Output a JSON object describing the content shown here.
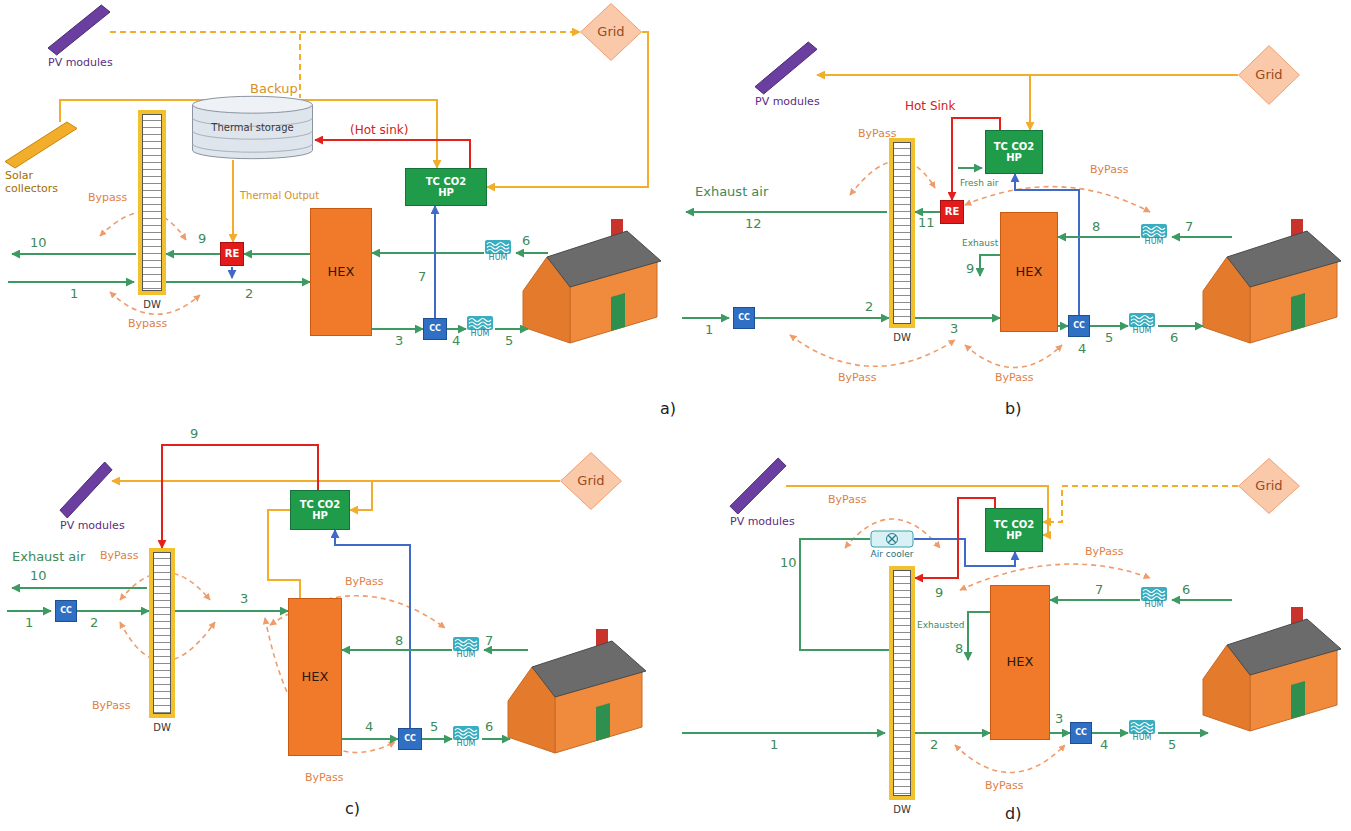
{
  "diagram": {
    "nodes": [
      {
        "text": [
          "PV modules"
        ]
      },
      {
        "text": [
          "Solar collectors"
        ]
      },
      {
        "text": [
          "Grid"
        ]
      },
      {
        "text": [
          "Thermal storage"
        ]
      },
      {
        "text": [
          "TC CO2 HP"
        ]
      },
      {
        "text": [
          "DW"
        ]
      },
      {
        "text": [
          "RE"
        ]
      },
      {
        "text": [
          "HEX"
        ]
      },
      {
        "text": [
          "CC"
        ]
      },
      {
        "text": [
          "HUM"
        ]
      },
      {
        "text": [
          "HUM"
        ]
      },
      {
        "text": [
          "PV modules"
        ]
      },
      {
        "text": [
          "Grid"
        ]
      },
      {
        "text": [
          "TC CO2 HP"
        ]
      },
      {
        "text": [
          "DW"
        ]
      },
      {
        "text": [
          "RE"
        ]
      },
      {
        "text": [
          "HEX"
        ]
      },
      {
        "text": [
          "CC"
        ]
      },
      {
        "text": [
          "CC"
        ]
      },
      {
        "text": [
          "HUM"
        ]
      },
      {
        "text": [
          "HUM"
        ]
      },
      {
        "text": [
          "PV modules"
        ]
      },
      {
        "text": [
          "Grid"
        ]
      },
      {
        "text": [
          "TC CO2 HP"
        ]
      },
      {
        "text": [
          "CC"
        ]
      },
      {
        "text": [
          "DW"
        ]
      },
      {
        "text": [
          "HEX"
        ]
      },
      {
        "text": [
          "CC"
        ]
      },
      {
        "text": [
          "HUM"
        ]
      },
      {
        "text": [
          "HUM"
        ]
      },
      {
        "text": [
          "PV modules"
        ]
      },
      {
        "text": [
          "Grid"
        ]
      },
      {
        "text": [
          "Air cooler"
        ]
      },
      {
        "text": [
          "TC CO2 HP"
        ]
      },
      {
        "text": [
          "DW"
        ]
      },
      {
        "text": [
          "HEX"
        ]
      },
      {
        "text": [
          "CC"
        ]
      },
      {
        "text": [
          "HUM"
        ]
      },
      {
        "text": [
          "HUM"
        ]
      }
    ],
    "edges": [
      {
        "from": 0,
        "to": 2,
        "arrow": "to"
      },
      {
        "from": 1,
        "to": 4,
        "arrow": "to"
      },
      {
        "from": 2,
        "to": 4,
        "arrow": "to"
      },
      {
        "from": 4,
        "to": 3,
        "arrow": "to"
      },
      {
        "from": 3,
        "to": 6,
        "arrow": "to"
      },
      {
        "from": 7,
        "to": 6,
        "arrow": "to"
      },
      {
        "from": 6,
        "to": 5,
        "arrow": "to"
      },
      {
        "from": 5,
        "to": 7,
        "arrow": "to"
      },
      {
        "from": 7,
        "to": 8,
        "arrow": "to"
      },
      {
        "from": 8,
        "to": 9,
        "arrow": "to"
      },
      {
        "from": 10,
        "to": 7,
        "arrow": "to"
      },
      {
        "from": 8,
        "to": 4,
        "arrow": "to"
      },
      {
        "from": 12,
        "to": 11,
        "arrow": "to"
      },
      {
        "from": 12,
        "to": 13,
        "arrow": "to"
      },
      {
        "from": 13,
        "to": 15,
        "arrow": "to"
      },
      {
        "from": 18,
        "to": 13,
        "arrow": "to"
      },
      {
        "from": 17,
        "to": 14,
        "arrow": "to"
      },
      {
        "from": 14,
        "to": 16,
        "arrow": "to"
      },
      {
        "from": 16,
        "to": 18,
        "arrow": "to"
      },
      {
        "from": 18,
        "to": 20,
        "arrow": "to"
      },
      {
        "from": 19,
        "to": 16,
        "arrow": "to"
      },
      {
        "from": 15,
        "to": 14,
        "arrow": "to"
      },
      {
        "from": 22,
        "to": 21,
        "arrow": "to"
      },
      {
        "from": 22,
        "to": 23,
        "arrow": "to"
      },
      {
        "from": 23,
        "to": 25,
        "arrow": "to"
      },
      {
        "from": 23,
        "to": 26,
        "arrow": "none"
      },
      {
        "from": 27,
        "to": 23,
        "arrow": "to"
      },
      {
        "from": 24,
        "to": 25,
        "arrow": "to"
      },
      {
        "from": 25,
        "to": 26,
        "arrow": "to"
      },
      {
        "from": 26,
        "to": 27,
        "arrow": "to"
      },
      {
        "from": 27,
        "to": 29,
        "arrow": "to"
      },
      {
        "from": 28,
        "to": 26,
        "arrow": "to"
      },
      {
        "from": 30,
        "to": 33,
        "arrow": "to"
      },
      {
        "from": 31,
        "to": 33,
        "arrow": "to"
      },
      {
        "from": 32,
        "to": 33,
        "arrow": "to"
      },
      {
        "from": 33,
        "to": 34,
        "arrow": "to"
      },
      {
        "from": 34,
        "to": 32,
        "arrow": "none"
      },
      {
        "from": 34,
        "to": 35,
        "arrow": "to"
      },
      {
        "from": 35,
        "to": 36,
        "arrow": "to"
      },
      {
        "from": 36,
        "to": 38,
        "arrow": "to"
      },
      {
        "from": 37,
        "to": 35,
        "arrow": "to"
      }
    ],
    "labels": [
      "Backup",
      "(Hot sink)",
      "Thermal Output",
      "Bypass",
      "Bypass",
      "10",
      "9",
      "1",
      "2",
      "7",
      "6",
      "3",
      "4",
      "5",
      "a)",
      "ByPass",
      "Hot Sink",
      "Fresh air",
      "ByPass",
      "Exhaust air",
      "12",
      "11",
      "Exhaust",
      "9",
      "8",
      "7",
      "1",
      "2",
      "3",
      "4",
      "5",
      "6",
      "ByPass",
      "ByPass",
      "b)",
      "9",
      "ByPass",
      "ByPass",
      "Exhaust air",
      "10",
      "8",
      "7",
      "1",
      "2",
      "3",
      "4",
      "5",
      "6",
      "ByPass",
      "ByPass",
      "c)",
      "ByPass",
      "ByPass",
      "10",
      "9",
      "Exhausted",
      "8",
      "7",
      "6",
      "1",
      "2",
      "3",
      "4",
      "5",
      "ByPass",
      "d)"
    ]
  }
}
